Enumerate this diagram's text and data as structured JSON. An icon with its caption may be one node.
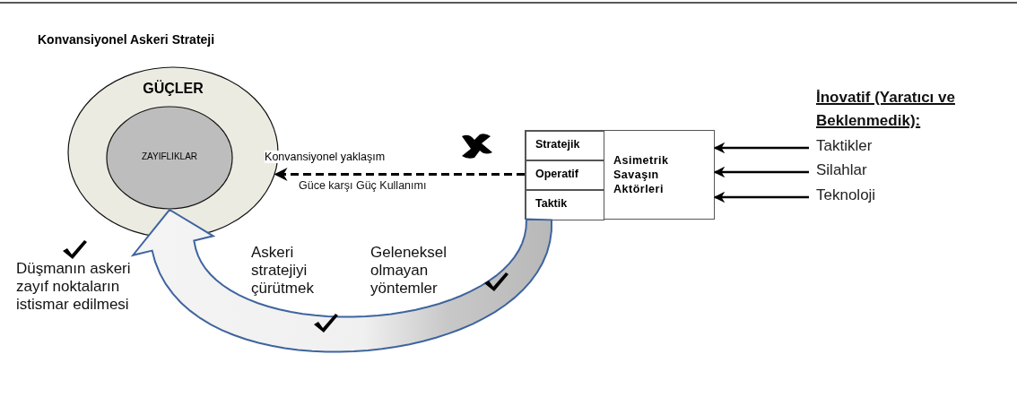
{
  "diagram": {
    "nodes": [
      {
        "text": [
          "Konvansiyonel Askeri Strateji",
          "GÜÇLER"
        ]
      },
      {
        "text": [
          "ZAYIFLIKLAR"
        ],
        "in": 0
      },
      {
        "text": [
          "Asimetrik Savaşın Aktörleri"
        ]
      },
      {
        "text": [
          "Stratejik"
        ],
        "in": 2
      },
      {
        "text": [
          "Operatif"
        ],
        "in": 2
      },
      {
        "text": [
          "Taktik"
        ],
        "in": 2
      },
      {
        "text": [
          "Taktikler"
        ]
      },
      {
        "text": [
          "Silahlar"
        ]
      },
      {
        "text": [
          "Teknoloji"
        ]
      }
    ],
    "edges": [
      {
        "from": 4,
        "to": 0,
        "arrow": "to",
        "style": "dashed",
        "label": "Konvansiyonel yaklaşım"
      },
      {
        "from": 6,
        "to": 2,
        "arrow": "to"
      },
      {
        "from": 7,
        "to": 2,
        "arrow": "to"
      },
      {
        "from": 8,
        "to": 2,
        "arrow": "to"
      },
      {
        "from": 5,
        "to": 1,
        "arrow": "to",
        "style": "thick",
        "color": "#3e649e"
      }
    ],
    "labels": [
      "Güce karşı Güç Kullanımı",
      "İnovatif (Yaratıcı ve Beklenmedik):",
      "Düşmanın askeri zayıf noktaların istismar edilmesi",
      "Askeri stratejiyi çürütmek",
      "Geleneksel olmayan yöntemler"
    ]
  }
}
